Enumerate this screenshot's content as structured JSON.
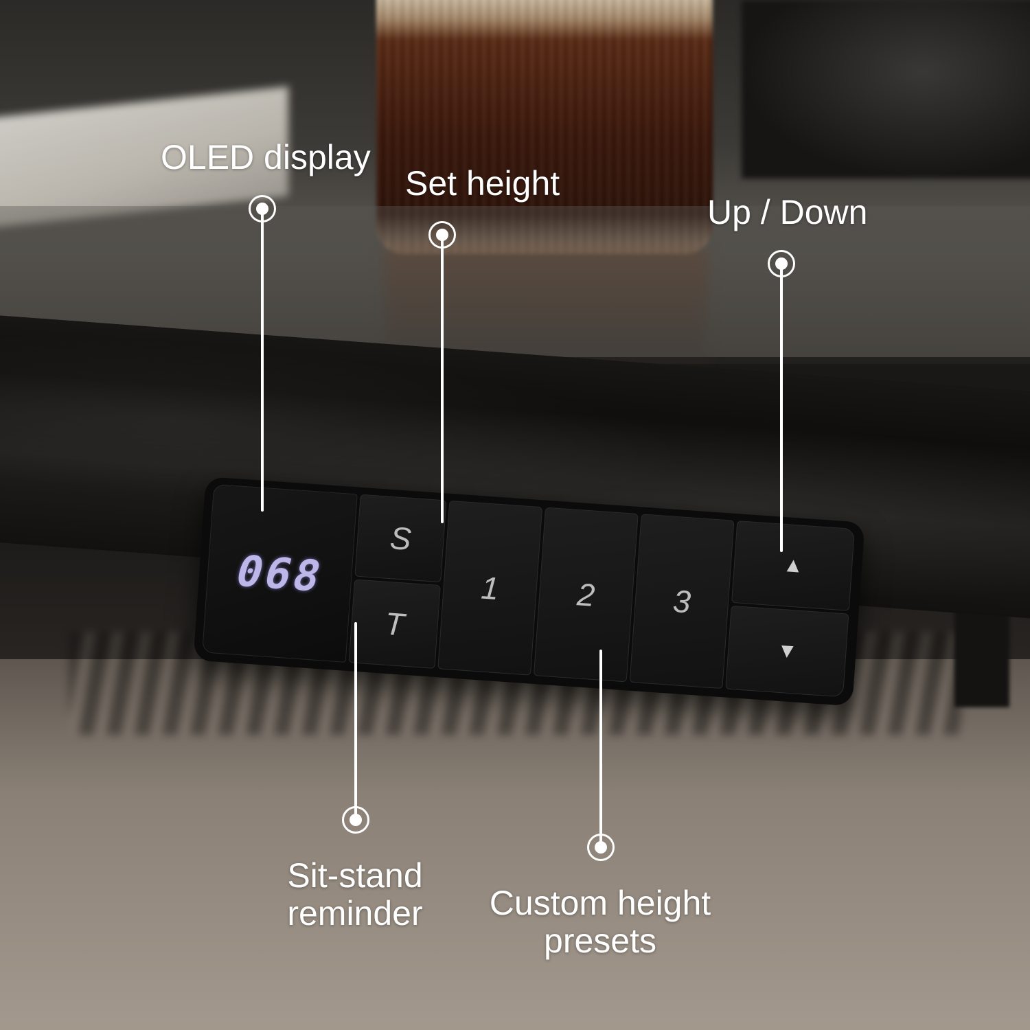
{
  "callouts": {
    "oled_display": "OLED display",
    "set_height": "Set height",
    "up_down": "Up / Down",
    "sit_stand_line1": "Sit-stand",
    "sit_stand_line2": "reminder",
    "custom_presets_line1": "Custom height",
    "custom_presets_line2": "presets"
  },
  "panel": {
    "display_value": "068",
    "key_s": "S",
    "key_t": "T",
    "key_1": "1",
    "key_2": "2",
    "key_3": "3",
    "up_icon": "triangle-up-icon",
    "down_icon": "triangle-down-icon"
  },
  "colors": {
    "label_text": "#ffffff",
    "display_digits": "#bcb7e8"
  }
}
